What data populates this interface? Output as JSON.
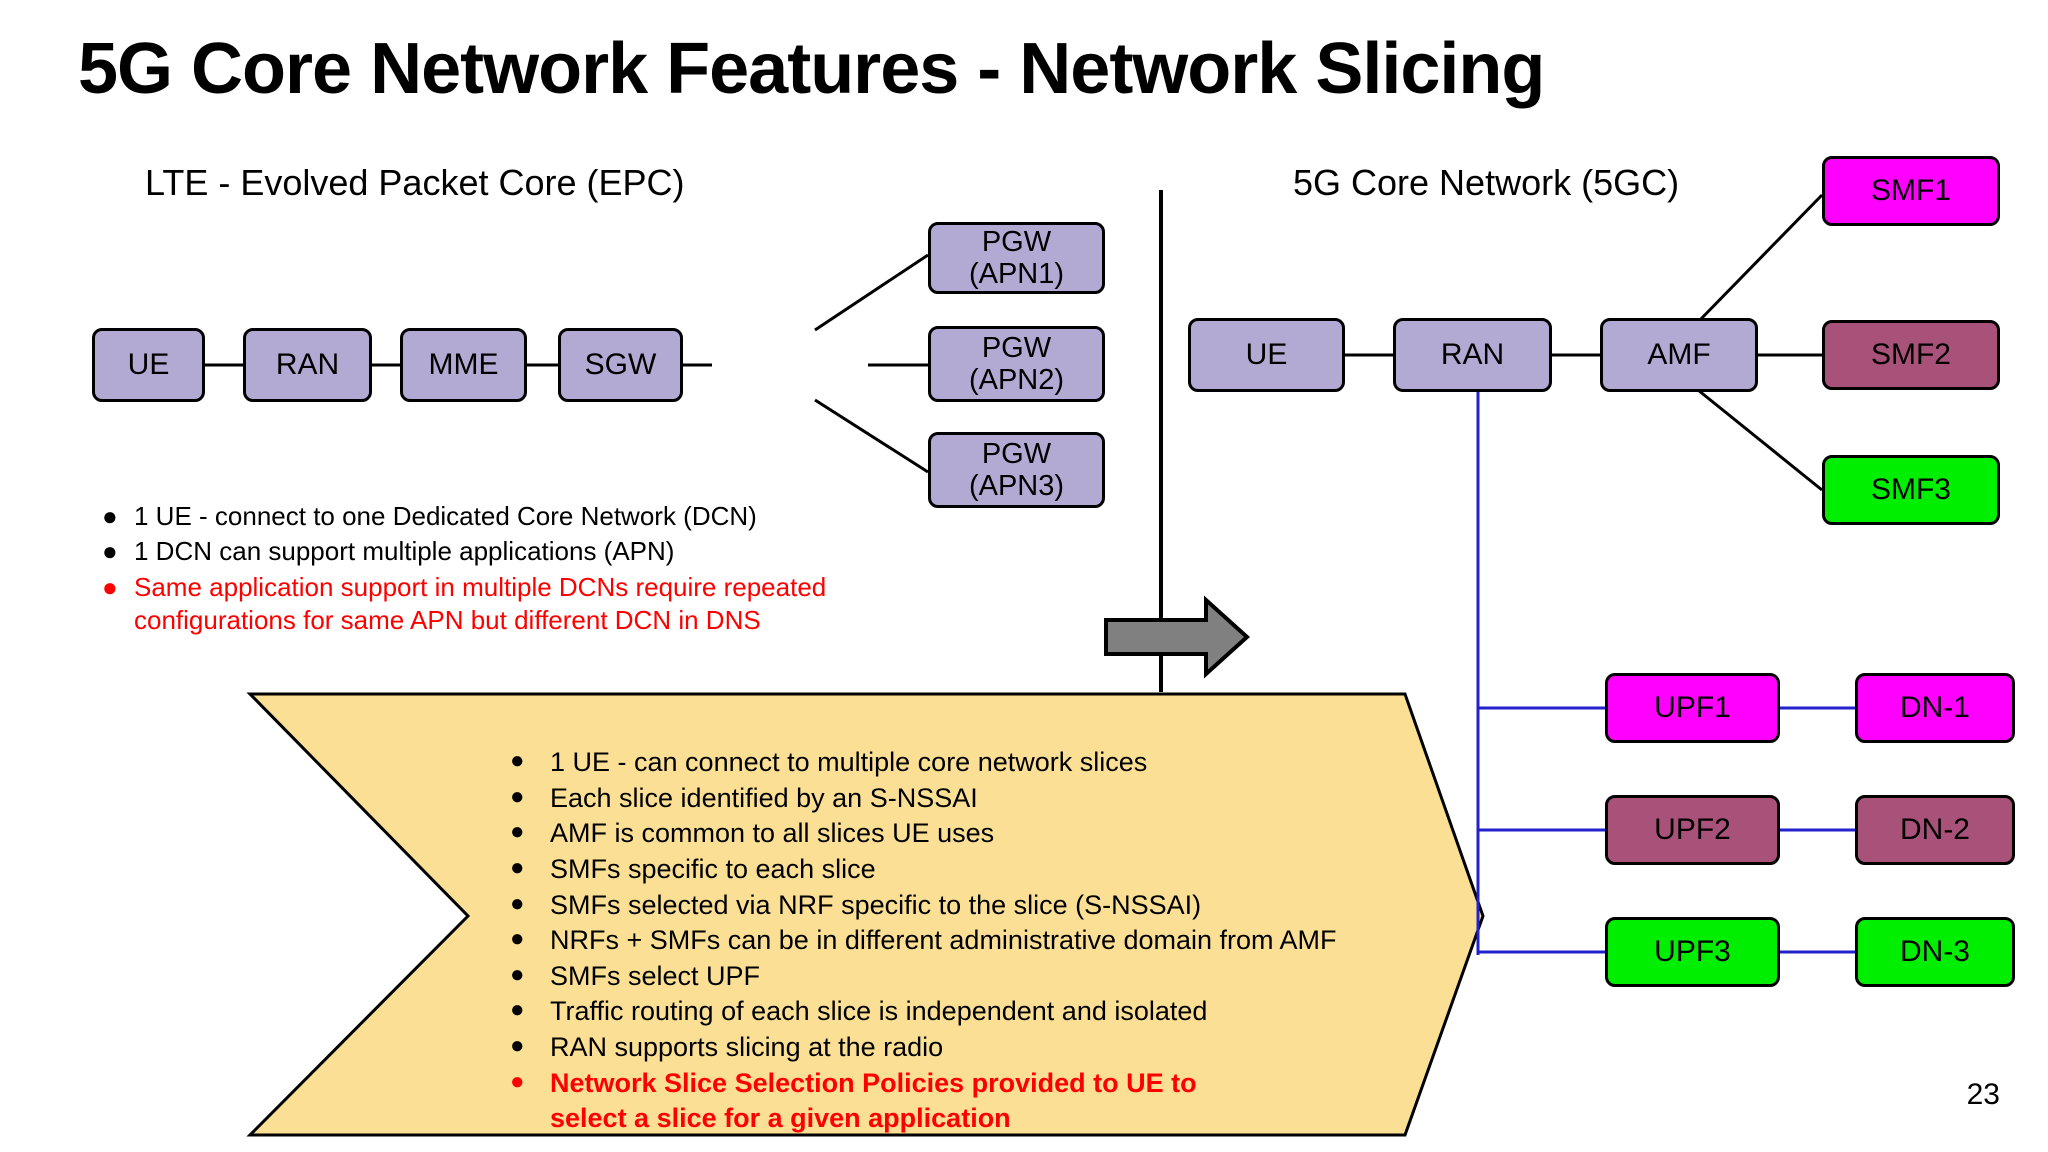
{
  "title": "5G Core Network Features - Network Slicing",
  "page_number": "23",
  "sections": {
    "left_label": "LTE - Evolved Packet Core (EPC)",
    "right_label": "5G Core Network (5GC)"
  },
  "epc_nodes": [
    {
      "id": "ue",
      "label": "UE",
      "fill": "#b3aad4"
    },
    {
      "id": "ran",
      "label": "RAN",
      "fill": "#b3aad4"
    },
    {
      "id": "mme",
      "label": "MME",
      "fill": "#b3aad4"
    },
    {
      "id": "sgw",
      "label": "SGW",
      "fill": "#b3aad4"
    },
    {
      "id": "pgw1",
      "label": "PGW\n(APN1)",
      "fill": "#b3aad4"
    },
    {
      "id": "pgw2",
      "label": "PGW\n(APN2)",
      "fill": "#b3aad4"
    },
    {
      "id": "pgw3",
      "label": "PGW\n(APN3)",
      "fill": "#b3aad4"
    }
  ],
  "fgc_nodes": [
    {
      "id": "ue5g",
      "label": "UE",
      "fill": "#b3aad4"
    },
    {
      "id": "ran5g",
      "label": "RAN",
      "fill": "#b3aad4"
    },
    {
      "id": "amf",
      "label": "AMF",
      "fill": "#b3aad4"
    },
    {
      "id": "smf1",
      "label": "SMF1",
      "fill": "#ff00ff"
    },
    {
      "id": "smf2",
      "label": "SMF2",
      "fill": "#a8527a"
    },
    {
      "id": "smf3",
      "label": "SMF3",
      "fill": "#00ee00"
    },
    {
      "id": "upf1",
      "label": "UPF1",
      "fill": "#ff00ff"
    },
    {
      "id": "upf2",
      "label": "UPF2",
      "fill": "#a8527a"
    },
    {
      "id": "upf3",
      "label": "UPF3",
      "fill": "#00ee00"
    },
    {
      "id": "dn1",
      "label": "DN-1",
      "fill": "#ff00ff"
    },
    {
      "id": "dn2",
      "label": "DN-2",
      "fill": "#a8527a"
    },
    {
      "id": "dn3",
      "label": "DN-3",
      "fill": "#00ee00"
    }
  ],
  "epc_bullets": [
    {
      "text": "1 UE - connect to one Dedicated Core Network (DCN)",
      "color": "black",
      "bold": false
    },
    {
      "text": "1 DCN can support multiple applications (APN)",
      "color": "black",
      "bold": false
    },
    {
      "text": "Same application support in multiple DCNs require repeated\nconfigurations for same APN but different DCN in DNS",
      "color": "red",
      "bold": false
    }
  ],
  "slice_bullets": [
    {
      "text": "1 UE - can connect to multiple core network slices",
      "color": "black",
      "bold": false
    },
    {
      "text": "Each slice identified by an S-NSSAI",
      "color": "black",
      "bold": false
    },
    {
      "text": "AMF is common to all slices UE uses",
      "color": "black",
      "bold": false
    },
    {
      "text": "SMFs specific to each slice",
      "color": "black",
      "bold": false
    },
    {
      "text": "SMFs selected via NRF specific to the slice (S-NSSAI)",
      "color": "black",
      "bold": false
    },
    {
      "text": "NRFs + SMFs can be in different administrative domain from AMF",
      "color": "black",
      "bold": false
    },
    {
      "text": "SMFs select UPF",
      "color": "black",
      "bold": false
    },
    {
      "text": "Traffic routing of each slice is independent and isolated",
      "color": "black",
      "bold": false
    },
    {
      "text": "RAN supports slicing at the radio",
      "color": "black",
      "bold": false
    },
    {
      "text": "Network Slice Selection Policies provided to UE to\nselect a slice for a given application",
      "color": "red",
      "bold": true
    }
  ],
  "bullet_glyph": "●",
  "colors": {
    "node_purple": "#b3aad4",
    "magenta": "#ff00ff",
    "rose": "#a8527a",
    "green": "#00ee00",
    "banner_yellow": "#fadf95",
    "arrow_gray": "#808080",
    "blue_link": "#2222cc",
    "accent_red": "#ff0000"
  }
}
